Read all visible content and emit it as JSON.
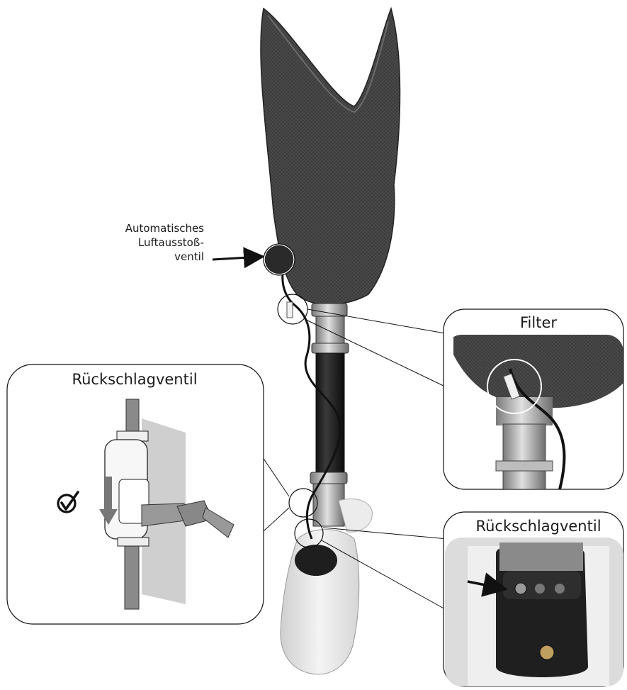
{
  "labels": {
    "auto_valve_lines": [
      "Automatisches",
      "Luftausstoß-",
      "ventil"
    ],
    "filter_title": "Filter",
    "check_valve_left_title": "Rückschlagventil",
    "check_valve_right_title": "Rückschlagventil"
  },
  "icons": {
    "check_mark": "circled-check-icon",
    "flow_arrow": "down-arrow-icon",
    "pointer_arrow": "arrow-right-icon"
  },
  "colors": {
    "line": "#1a1a1a",
    "socket": "#3a3a3a",
    "tube": "#8a8a8a",
    "foot": "#e8e8e8"
  }
}
